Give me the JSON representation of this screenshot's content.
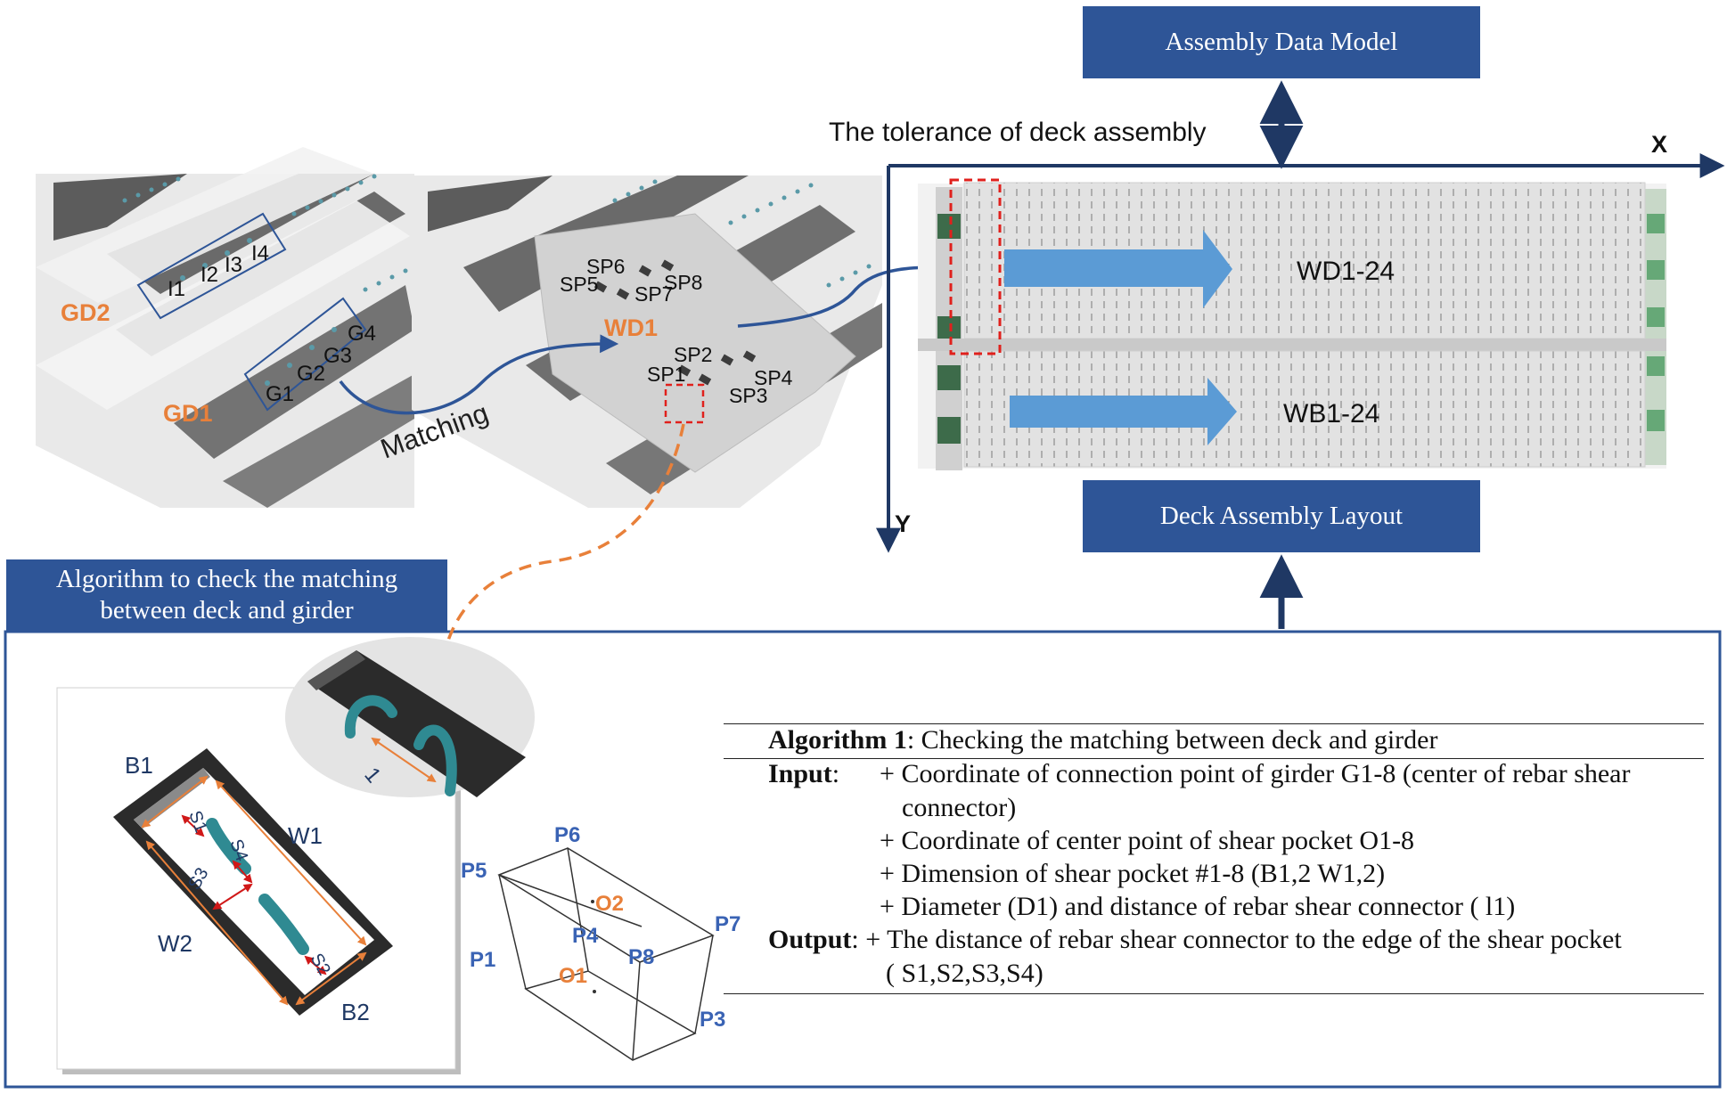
{
  "boxes": {
    "assembly_data_model": "Assembly Data Model",
    "deck_assembly_layout": "Deck Assembly Layout",
    "algorithm_title_line1": "Algorithm to check the matching",
    "algorithm_title_line2": "between deck and girder"
  },
  "labels": {
    "tolerance": "The tolerance of deck assembly",
    "axis_x": "X",
    "axis_y": "Y",
    "matching": "Matching",
    "gd2": "GD2",
    "gd1": "GD1",
    "wd1": "WD1",
    "wd1_24": "WD1-24",
    "wb1_24": "WB1-24",
    "girder_points": [
      "G1",
      "G2",
      "G3",
      "G4"
    ],
    "interior_points": [
      "I1",
      "I2",
      "I3",
      "I4"
    ],
    "shear_pockets": [
      "SP1",
      "SP2",
      "SP3",
      "SP4",
      "SP5",
      "SP6",
      "SP7",
      "SP8"
    ],
    "pocket_labels": [
      "B1",
      "W1",
      "W2",
      "B2",
      "S1",
      "S2",
      "S3",
      "S4"
    ],
    "connector_label": "1",
    "box_points": [
      "P1",
      "P3",
      "P4",
      "P5",
      "P6",
      "P7",
      "P8"
    ],
    "centers": [
      "O1",
      "O2"
    ]
  },
  "algorithm": {
    "title_bold": "Algorithm 1",
    "title_rest": ": Checking the matching between deck and girder",
    "input_label": "Input",
    "input_lines": [
      ":      + Coordinate of connection point of girder G1-8 (center of rebar shear",
      "connector)",
      "+ Coordinate of center point of shear pocket O1-8",
      "+ Dimension of shear pocket #1-8 (B1,2 W1,2)",
      "+ Diameter (D1) and distance of rebar shear connector ( l1)"
    ],
    "output_label": "Output",
    "output_lines": [
      ": + The distance of rebar shear connector to the edge of the shear pocket",
      "( S1,S2,S3,S4)"
    ]
  },
  "colors": {
    "navy": "#2e5597",
    "orange_label": "#e8803a",
    "blue_label": "#3a63b4",
    "arrow_blue": "#5b9bd5",
    "red_dash": "#e0201c",
    "dark_navy": "#1f3864"
  }
}
